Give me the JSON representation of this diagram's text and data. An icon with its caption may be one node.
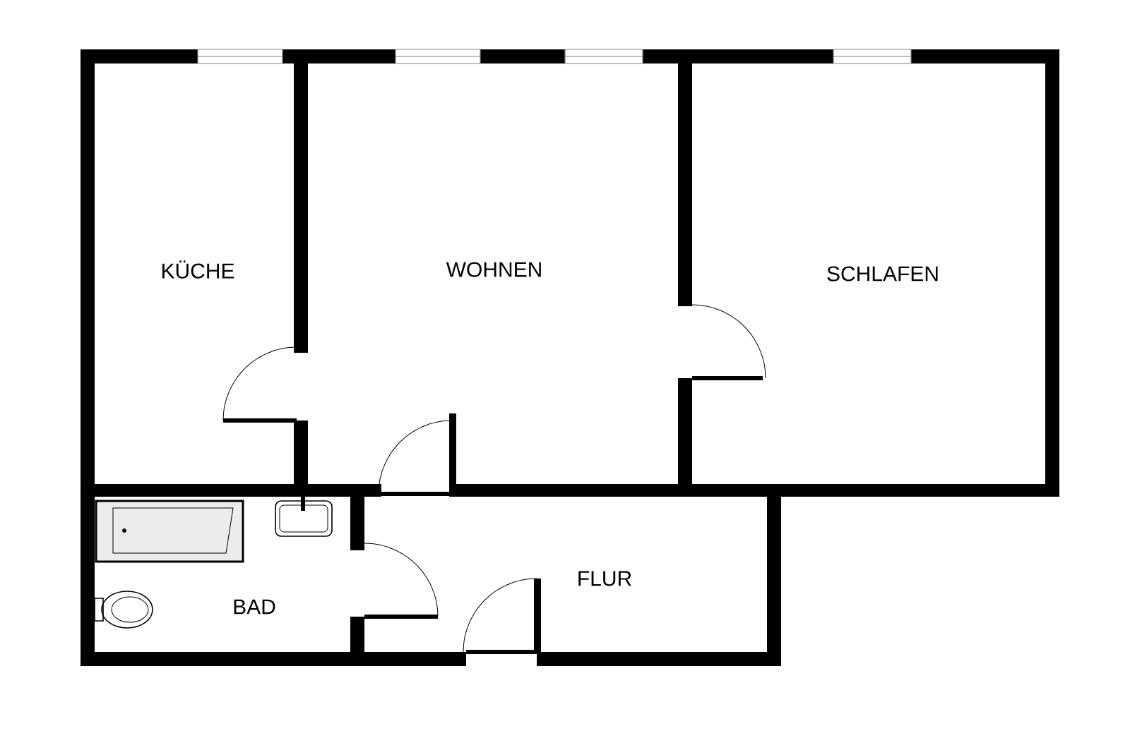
{
  "diagram": {
    "labels": [
      "KÜCHE",
      "WOHNEN",
      "SCHLAFEN",
      "BAD",
      "FLUR"
    ]
  }
}
